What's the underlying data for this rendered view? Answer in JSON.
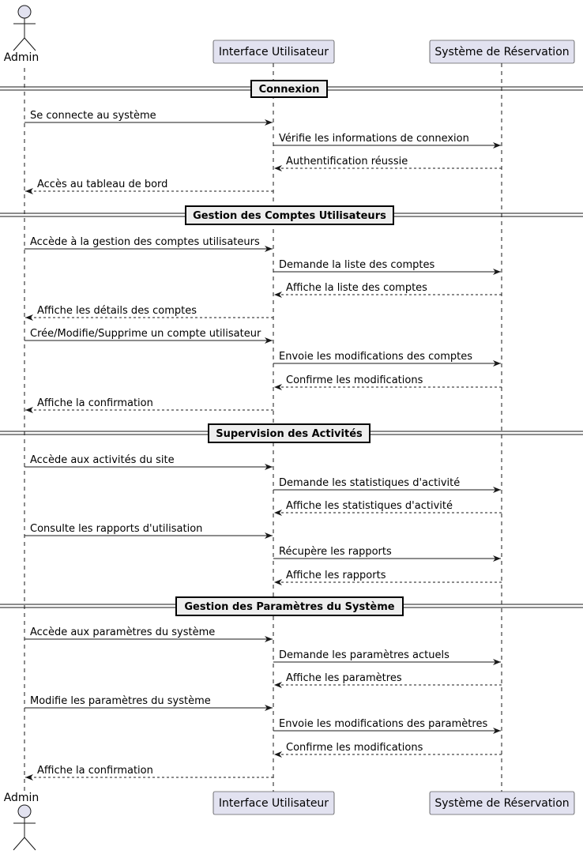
{
  "participants": [
    {
      "id": "admin",
      "name": "Admin",
      "kind": "actor"
    },
    {
      "id": "ui",
      "name": "Interface Utilisateur",
      "kind": "participant"
    },
    {
      "id": "sys",
      "name": "Système de Réservation",
      "kind": "participant"
    }
  ],
  "colors": {
    "participant_fill": "#E2E2F0",
    "participant_stroke": "#181818",
    "divider_fill": "#EEEEEE",
    "line": "#181818"
  },
  "sections": [
    {
      "title": "Connexion",
      "messages": [
        {
          "from": "admin",
          "to": "ui",
          "text": "Se connecte au système",
          "dashed": false
        },
        {
          "from": "ui",
          "to": "sys",
          "text": "Vérifie les informations de connexion",
          "dashed": false
        },
        {
          "from": "sys",
          "to": "ui",
          "text": "Authentification réussie",
          "dashed": true
        },
        {
          "from": "ui",
          "to": "admin",
          "text": "Accès au tableau de bord",
          "dashed": true
        }
      ]
    },
    {
      "title": "Gestion des Comptes Utilisateurs",
      "messages": [
        {
          "from": "admin",
          "to": "ui",
          "text": "Accède à la gestion des comptes utilisateurs",
          "dashed": false
        },
        {
          "from": "ui",
          "to": "sys",
          "text": "Demande la liste des comptes",
          "dashed": false
        },
        {
          "from": "sys",
          "to": "ui",
          "text": "Affiche la liste des comptes",
          "dashed": true
        },
        {
          "from": "ui",
          "to": "admin",
          "text": "Affiche les détails des comptes",
          "dashed": true
        },
        {
          "from": "admin",
          "to": "ui",
          "text": "Crée/Modifie/Supprime un compte utilisateur",
          "dashed": false
        },
        {
          "from": "ui",
          "to": "sys",
          "text": "Envoie les modifications des comptes",
          "dashed": false
        },
        {
          "from": "sys",
          "to": "ui",
          "text": "Confirme les modifications",
          "dashed": true
        },
        {
          "from": "ui",
          "to": "admin",
          "text": "Affiche la confirmation",
          "dashed": true
        }
      ]
    },
    {
      "title": "Supervision des Activités",
      "messages": [
        {
          "from": "admin",
          "to": "ui",
          "text": "Accède aux activités du site",
          "dashed": false
        },
        {
          "from": "ui",
          "to": "sys",
          "text": "Demande les statistiques d'activité",
          "dashed": false
        },
        {
          "from": "sys",
          "to": "ui",
          "text": "Affiche les statistiques d'activité",
          "dashed": true
        },
        {
          "from": "admin",
          "to": "ui",
          "text": "Consulte les rapports d'utilisation",
          "dashed": false
        },
        {
          "from": "ui",
          "to": "sys",
          "text": "Récupère les rapports",
          "dashed": false
        },
        {
          "from": "sys",
          "to": "ui",
          "text": "Affiche les rapports",
          "dashed": true
        }
      ]
    },
    {
      "title": "Gestion des Paramètres du Système",
      "messages": [
        {
          "from": "admin",
          "to": "ui",
          "text": "Accède aux paramètres du système",
          "dashed": false
        },
        {
          "from": "ui",
          "to": "sys",
          "text": "Demande les paramètres actuels",
          "dashed": false
        },
        {
          "from": "sys",
          "to": "ui",
          "text": "Affiche les paramètres",
          "dashed": true
        },
        {
          "from": "admin",
          "to": "ui",
          "text": "Modifie les paramètres du système",
          "dashed": false
        },
        {
          "from": "ui",
          "to": "sys",
          "text": "Envoie les modifications des paramètres",
          "dashed": false
        },
        {
          "from": "sys",
          "to": "ui",
          "text": "Confirme les modifications",
          "dashed": true
        },
        {
          "from": "ui",
          "to": "admin",
          "text": "Affiche la confirmation",
          "dashed": true
        }
      ]
    }
  ]
}
